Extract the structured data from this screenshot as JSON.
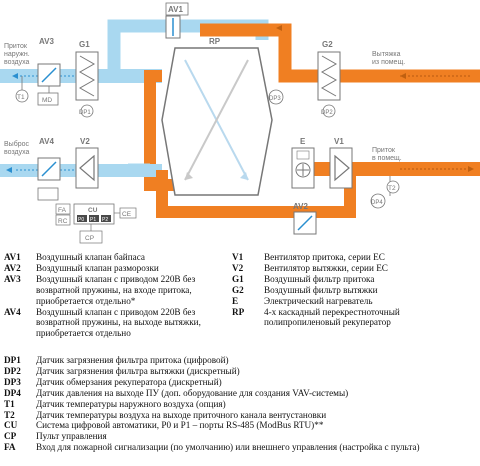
{
  "diagram": {
    "labels": {
      "intake": "Приток\nнаружн.\nвоздуха",
      "exhaust_out": "Выброс\nвоздуха",
      "extract_in": "Вытяжка\nиз помещ.",
      "supply_out": "Приток\nв помещ.",
      "AV1": "AV1",
      "AV2": "AV2",
      "AV3": "AV3",
      "AV4": "AV4",
      "G1": "G1",
      "G2": "G2",
      "V1": "V1",
      "V2": "V2",
      "E": "E",
      "RP": "RP",
      "T1": "T1",
      "T2": "T2",
      "MD": "MD",
      "DP1": "DP1",
      "DP2": "DP2",
      "DP3": "DP3",
      "DP4": "DP4",
      "FA": "FA",
      "RC": "RC",
      "CU": "CU",
      "CE": "CE",
      "CP": "CP",
      "P0": "P0",
      "P1": "P1",
      "P2": "P2"
    },
    "colors": {
      "supply": "#a9d8f0",
      "supply_dark": "#2a8fd0",
      "exhaust": "#f07f22",
      "unit_stroke": "#7a7a7a"
    }
  },
  "legend_top_left": [
    {
      "code": "AV1",
      "desc": "Воздушный клапан байпаса"
    },
    {
      "code": "AV2",
      "desc": "Воздушный клапан разморозки"
    },
    {
      "code": "AV3",
      "desc": "Воздушный клапан с приводом 220В без возвратной пружины, на входе притока, приобретается отдельно*"
    },
    {
      "code": "AV4",
      "desc": "Воздушный клапан с приводом 220В без возвратной пружины, на выходе вытяжки, приобретается отдельно"
    }
  ],
  "legend_top_right": [
    {
      "code": "V1",
      "desc": "Вентилятор притока, серии ЕС"
    },
    {
      "code": "V2",
      "desc": "Вентилятор вытяжки, серии ЕС"
    },
    {
      "code": "G1",
      "desc": "Воздушный фильтр притока"
    },
    {
      "code": "G2",
      "desc": "Воздушный фильтр вытяжки"
    },
    {
      "code": "E",
      "desc": "Электрический нагреватель"
    },
    {
      "code": "RP",
      "desc": "4-х каскадный перекрестноточный полипропиленовый рекуператор"
    }
  ],
  "legend_bottom": [
    {
      "code": "DP1",
      "desc": "Датчик загрязнения фильтра притока (цифровой)"
    },
    {
      "code": "DP2",
      "desc": "Датчик загрязнения фильтра вытяжки (дискретный)"
    },
    {
      "code": "DP3",
      "desc": "Датчик обмерзания рекуператора (дискретный)"
    },
    {
      "code": "DP4",
      "desc": "Датчик давления на выходе ПУ (доп. оборудование для создания VAV-системы)"
    },
    {
      "code": "T1",
      "desc": "Датчик температуры наружного воздуха (опция)"
    },
    {
      "code": "T2",
      "desc": "Датчик температуры воздуха на выходе приточного канала вентустановки"
    },
    {
      "code": "CU",
      "desc": "Система цифровой автоматики, Р0 и Р1 – порты RS-485 (ModBus RTU)**"
    },
    {
      "code": "CP",
      "desc": "Пульт управления"
    },
    {
      "code": "FA",
      "desc": "Вход для пожарной сигнализации (по умолчанию) или внешнего управления (настройка с пульта)"
    }
  ]
}
